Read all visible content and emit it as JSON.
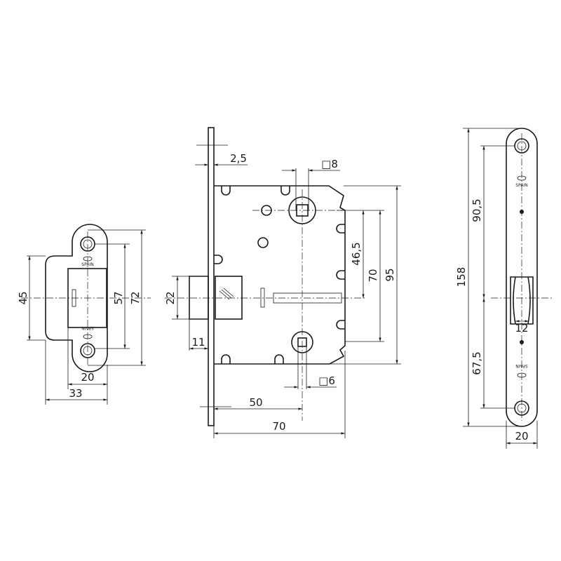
{
  "strike_plate": {
    "logo_text": "SPAIN",
    "dims": {
      "height_opening": "45",
      "hole_spacing": "57",
      "total_height": "72",
      "width": "20",
      "total_width": "33"
    }
  },
  "lock_body": {
    "dims": {
      "faceplate_thickness": "2,5",
      "handle_square": "□8",
      "lock_square": "□6",
      "latch_height": "22",
      "latch_projection": "11",
      "backset_to_latch": "46,5",
      "spindle_spacing": "70",
      "body_height": "95",
      "backset": "50",
      "body_depth": "70"
    }
  },
  "faceplate": {
    "logo_text": "SPAIN",
    "dims": {
      "total_height": "158",
      "upper": "90,5",
      "lower": "67,5",
      "latch_width": "12",
      "width": "20"
    }
  }
}
